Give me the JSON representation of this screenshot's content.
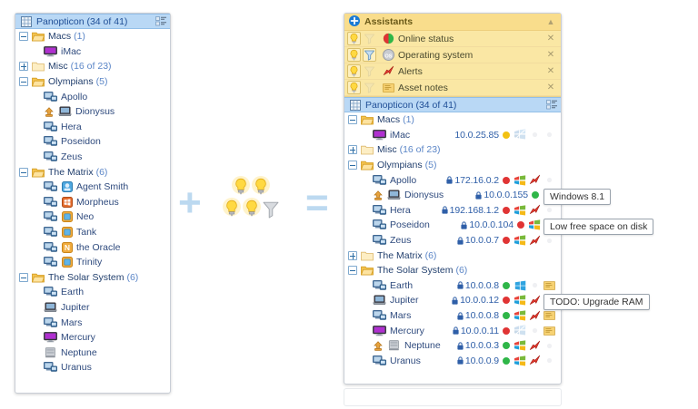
{
  "operators": {
    "plus": "+",
    "equals": "=",
    "bulb_icons": [
      "lightbulb-on-icon",
      "lightbulb-on-icon",
      "lightbulb-on-icon",
      "lightbulb-on-icon"
    ],
    "funnel_icon": "funnel-icon"
  },
  "colors": {
    "selection": "#b9d8f5",
    "assistant_panel": "#fae7a4",
    "assistant_header": "#f9dd8c",
    "link_text": "#2f5fa8",
    "status_online": "#2fb648",
    "status_offline": "#e03434",
    "status_warning": "#f2c112",
    "operator": "#bcd9f0"
  },
  "left_panel": {
    "header": {
      "label": "Panopticon (34 of 41)",
      "icon": "grid-icon",
      "config_icon": "list-columns-icon",
      "selected": true
    },
    "rows": [
      {
        "label": "Macs",
        "count": "(1)",
        "type": "group",
        "expander": "minus",
        "icon": "folder-open-icon",
        "indent": 0
      },
      {
        "label": "iMac",
        "count": "",
        "type": "host",
        "expander": "none",
        "icon": "imac-icon",
        "indent": 1
      },
      {
        "label": "Misc",
        "count": "(16 of 23)",
        "type": "group",
        "expander": "plus",
        "icon": "folder-closed-icon",
        "indent": 0
      },
      {
        "label": "Olympians",
        "count": "(5)",
        "type": "group",
        "expander": "minus",
        "icon": "folder-open-icon",
        "indent": 0
      },
      {
        "label": "Apollo",
        "count": "",
        "type": "host",
        "expander": "none",
        "icon": "desktop-icon",
        "indent": 1
      },
      {
        "label": "Dionysus",
        "count": "",
        "type": "host",
        "expander": "none",
        "icon": "laptop-icon",
        "indent": 1,
        "badge": "wake-icon"
      },
      {
        "label": "Hera",
        "count": "",
        "type": "host",
        "expander": "none",
        "icon": "desktop-icon",
        "indent": 1
      },
      {
        "label": "Poseidon",
        "count": "",
        "type": "host",
        "expander": "none",
        "icon": "desktop-icon",
        "indent": 1
      },
      {
        "label": "Zeus",
        "count": "",
        "type": "host",
        "expander": "none",
        "icon": "desktop-icon",
        "indent": 1
      },
      {
        "label": "The Matrix",
        "count": "(6)",
        "type": "group",
        "expander": "minus",
        "icon": "folder-open-icon",
        "indent": 0
      },
      {
        "label": "Agent Smith",
        "count": "",
        "type": "host",
        "expander": "none",
        "icon": "desktop-icon",
        "indent": 1,
        "os": "os-linux-icon"
      },
      {
        "label": "Morpheus",
        "count": "",
        "type": "host",
        "expander": "none",
        "icon": "desktop-icon",
        "indent": 1,
        "os": "os-win-icon"
      },
      {
        "label": "Neo",
        "count": "",
        "type": "host",
        "expander": "none",
        "icon": "desktop-icon",
        "indent": 1,
        "os": "os-orange-icon"
      },
      {
        "label": "Tank",
        "count": "",
        "type": "host",
        "expander": "none",
        "icon": "desktop-icon",
        "indent": 1,
        "os": "os-orange-icon"
      },
      {
        "label": "the Oracle",
        "count": "",
        "type": "host",
        "expander": "none",
        "icon": "desktop-icon",
        "indent": 1,
        "os": "os-n-icon"
      },
      {
        "label": "Trinity",
        "count": "",
        "type": "host",
        "expander": "none",
        "icon": "desktop-icon",
        "indent": 1,
        "os": "os-orange-icon"
      },
      {
        "label": "The Solar System",
        "count": "(6)",
        "type": "group",
        "expander": "minus",
        "icon": "folder-open-icon",
        "indent": 0
      },
      {
        "label": "Earth",
        "count": "",
        "type": "host",
        "expander": "none",
        "icon": "desktop-icon",
        "indent": 1
      },
      {
        "label": "Jupiter",
        "count": "",
        "type": "host",
        "expander": "none",
        "icon": "laptop-icon",
        "indent": 1
      },
      {
        "label": "Mars",
        "count": "",
        "type": "host",
        "expander": "none",
        "icon": "desktop-icon",
        "indent": 1
      },
      {
        "label": "Mercury",
        "count": "",
        "type": "host",
        "expander": "none",
        "icon": "imac-icon",
        "indent": 1
      },
      {
        "label": "Neptune",
        "count": "",
        "type": "host",
        "expander": "none",
        "icon": "server-icon",
        "indent": 1
      },
      {
        "label": "Uranus",
        "count": "",
        "type": "host",
        "expander": "none",
        "icon": "desktop-icon",
        "indent": 1
      }
    ]
  },
  "assistants": {
    "title": "Assistants",
    "add_icon": "plus-circle-icon",
    "collapse_icon": "chevron-up-icon",
    "close_icon": "close-icon",
    "items": [
      {
        "label": "Online status",
        "icon": "status-dot-icon",
        "bulb_on": true,
        "filter_on": false
      },
      {
        "label": "Operating system",
        "icon": "os-badge-icon",
        "bulb_on": true,
        "filter_on": true
      },
      {
        "label": "Alerts",
        "icon": "alert-arrow-icon",
        "bulb_on": true,
        "filter_on": false
      },
      {
        "label": "Asset notes",
        "icon": "note-icon",
        "bulb_on": true,
        "filter_on": false
      }
    ]
  },
  "right_panel": {
    "header": {
      "label": "Panopticon (34 of 41)",
      "icon": "grid-icon",
      "config_icon": "list-columns-icon",
      "selected": true
    },
    "rows": [
      {
        "label": "Macs",
        "count": "(1)",
        "type": "group",
        "expander": "minus",
        "icon": "folder-open-icon",
        "indent": 0
      },
      {
        "label": "iMac",
        "type": "host",
        "expander": "none",
        "icon": "imac-icon",
        "indent": 1,
        "ip": "10.0.25.85",
        "locked": false,
        "status": "warning",
        "icons": [
          "os-faded-icon",
          "alert-faded-icon",
          "note-faded-icon"
        ]
      },
      {
        "label": "Misc",
        "count": "(16 of 23)",
        "type": "group",
        "expander": "plus",
        "icon": "folder-closed-icon",
        "indent": 0
      },
      {
        "label": "Olympians",
        "count": "(5)",
        "type": "group",
        "expander": "minus",
        "icon": "folder-open-icon",
        "indent": 0
      },
      {
        "label": "Apollo",
        "type": "host",
        "expander": "none",
        "icon": "desktop-icon",
        "indent": 1,
        "ip": "172.16.0.2",
        "locked": true,
        "status": "offline",
        "icons": [
          "os-winxp-icon",
          "alert-arrow-icon",
          "note-faded-icon"
        ]
      },
      {
        "label": "Dionysus",
        "type": "host",
        "expander": "none",
        "icon": "laptop-icon",
        "indent": 1,
        "badge": "wake-icon",
        "ip": "10.0.0.155",
        "locked": true,
        "status": "online",
        "icons": [
          "os-win8-icon"
        ],
        "tooltip": "Windows 8.1"
      },
      {
        "label": "Hera",
        "type": "host",
        "expander": "none",
        "icon": "desktop-icon",
        "indent": 1,
        "ip": "192.168.1.2",
        "locked": true,
        "status": "offline",
        "icons": [
          "os-winxp-icon",
          "alert-arrow-icon",
          "note-faded-icon"
        ]
      },
      {
        "label": "Poseidon",
        "type": "host",
        "expander": "none",
        "icon": "desktop-icon",
        "indent": 1,
        "ip": "10.0.0.104",
        "locked": true,
        "status": "offline",
        "icons": [
          "os-winxp-icon",
          "alert-arrow-icon"
        ],
        "tooltip": "Low free space on disk"
      },
      {
        "label": "Zeus",
        "type": "host",
        "expander": "none",
        "icon": "desktop-icon",
        "indent": 1,
        "ip": "10.0.0.7",
        "locked": true,
        "status": "offline",
        "icons": [
          "os-winxp-icon",
          "alert-arrow-icon",
          "note-faded-icon"
        ]
      },
      {
        "label": "The Matrix",
        "count": "(6)",
        "type": "group",
        "expander": "plus",
        "icon": "folder-closed-icon",
        "indent": 0
      },
      {
        "label": "The Solar System",
        "count": "(6)",
        "type": "group",
        "expander": "minus",
        "icon": "folder-open-icon",
        "indent": 0
      },
      {
        "label": "Earth",
        "type": "host",
        "expander": "none",
        "icon": "desktop-icon",
        "indent": 1,
        "ip": "10.0.0.8",
        "locked": true,
        "status": "online",
        "icons": [
          "os-win8-icon",
          "alert-faded-icon",
          "note-icon"
        ]
      },
      {
        "label": "Jupiter",
        "type": "host",
        "expander": "none",
        "icon": "laptop-icon",
        "indent": 1,
        "ip": "10.0.0.12",
        "locked": true,
        "status": "offline",
        "icons": [
          "os-winxp-icon",
          "alert-arrow-icon",
          "note-icon"
        ],
        "tooltip": "TODO: Upgrade RAM"
      },
      {
        "label": "Mars",
        "type": "host",
        "expander": "none",
        "icon": "desktop-icon",
        "indent": 1,
        "ip": "10.0.0.8",
        "locked": true,
        "status": "online",
        "icons": [
          "os-winxp-icon",
          "alert-arrow-icon",
          "note-icon"
        ]
      },
      {
        "label": "Mercury",
        "type": "host",
        "expander": "none",
        "icon": "imac-icon",
        "indent": 1,
        "ip": "10.0.0.11",
        "locked": true,
        "status": "offline",
        "icons": [
          "os-faded-icon",
          "alert-faded-icon",
          "note-icon"
        ]
      },
      {
        "label": "Neptune",
        "type": "host",
        "expander": "none",
        "icon": "server-icon",
        "indent": 1,
        "badge": "wake-icon",
        "ip": "10.0.0.3",
        "locked": true,
        "status": "online",
        "icons": [
          "os-winxp-icon",
          "alert-arrow-icon",
          "note-faded-icon"
        ]
      },
      {
        "label": "Uranus",
        "type": "host",
        "expander": "none",
        "icon": "desktop-icon",
        "indent": 1,
        "ip": "10.0.0.9",
        "locked": true,
        "status": "online",
        "icons": [
          "os-winxp-icon",
          "alert-arrow-icon",
          "note-faded-icon"
        ]
      }
    ]
  }
}
